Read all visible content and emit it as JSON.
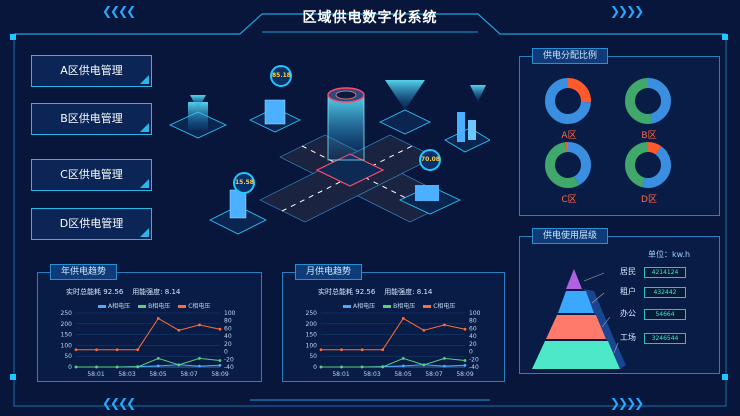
{
  "header": {
    "title": "区域供电数字化系统"
  },
  "menu": [
    {
      "label": "A区供电管理"
    },
    {
      "label": "B区供电管理"
    },
    {
      "label": "C区供电管理"
    },
    {
      "label": "D区供电管理"
    }
  ],
  "city": {
    "badges": [
      "85.18",
      "15.58",
      "70.08"
    ]
  },
  "distribution": {
    "title": "供电分配比例",
    "zones": [
      {
        "label": "A区",
        "shares": [
          0.26,
          0.74
        ],
        "colors": [
          "#ff5a2c",
          "#3a8fe0"
        ]
      },
      {
        "label": "B区",
        "shares": [
          0.47,
          0.53
        ],
        "colors": [
          "#3a8fe0",
          "#3fa86a"
        ]
      },
      {
        "label": "C区",
        "shares": [
          0.42,
          0.56,
          0.02
        ],
        "colors": [
          "#3a8fe0",
          "#3fa86a",
          "#ff5a2c"
        ]
      },
      {
        "label": "D区",
        "shares": [
          0.1,
          0.44,
          0.46
        ],
        "colors": [
          "#ff5a2c",
          "#3a8fe0",
          "#3fa86a"
        ]
      }
    ]
  },
  "usage": {
    "title": "供电使用层级",
    "unit": "单位：kw.h",
    "levels": [
      {
        "label": "居民",
        "value": "4214124"
      },
      {
        "label": "租户",
        "value": "432442"
      },
      {
        "label": "办公",
        "value": "54664"
      },
      {
        "label": "工场",
        "value": "3246544"
      }
    ]
  },
  "year_trend": {
    "title": "年供电趋势",
    "total_label": "实时总能耗",
    "total_value": "92.56",
    "intensity_label": "用能强度",
    "intensity_value": "8.14",
    "legend": [
      "A相电压",
      "B相电压",
      "C相电压"
    ]
  },
  "month_trend": {
    "title": "月供电趋势",
    "total_label": "实时总能耗",
    "total_value": "92.56",
    "intensity_label": "用能强度",
    "intensity_value": "8.14",
    "legend": [
      "A相电压",
      "B相电压",
      "C相电压"
    ]
  },
  "chart_data": [
    {
      "type": "line",
      "x": [
        "58:01",
        "58:03",
        "58:05",
        "58:07",
        "58:09"
      ],
      "left_ticks": [
        "250",
        "200",
        "150",
        "100",
        "50",
        "0"
      ],
      "right_ticks": [
        "100",
        "80",
        "60",
        "40",
        "20",
        "0",
        "-20",
        "-40"
      ],
      "ylim": [
        0,
        250
      ],
      "series": [
        {
          "name": "A相电压",
          "color": "#4fa8ff",
          "values": [
            0,
            0,
            0,
            2,
            5,
            10,
            4,
            8
          ]
        },
        {
          "name": "B相电压",
          "color": "#5ad07a",
          "values": [
            0,
            0,
            0,
            0,
            40,
            10,
            40,
            30
          ]
        },
        {
          "name": "C相电压",
          "color": "#ff6b3a",
          "values": [
            80,
            80,
            80,
            80,
            225,
            170,
            195,
            175
          ]
        }
      ]
    },
    {
      "type": "line",
      "x": [
        "58:01",
        "58:03",
        "58:05",
        "58:07",
        "58:09"
      ],
      "left_ticks": [
        "250",
        "200",
        "150",
        "100",
        "50",
        "0"
      ],
      "right_ticks": [
        "100",
        "80",
        "60",
        "40",
        "20",
        "0",
        "-20",
        "-40"
      ],
      "ylim": [
        0,
        250
      ],
      "series": [
        {
          "name": "A相电压",
          "color": "#4fa8ff",
          "values": [
            0,
            0,
            0,
            2,
            5,
            10,
            4,
            8
          ]
        },
        {
          "name": "B相电压",
          "color": "#5ad07a",
          "values": [
            0,
            0,
            0,
            0,
            40,
            10,
            40,
            30
          ]
        },
        {
          "name": "C相电压",
          "color": "#ff6b3a",
          "values": [
            80,
            80,
            80,
            80,
            225,
            170,
            195,
            175
          ]
        }
      ]
    }
  ]
}
